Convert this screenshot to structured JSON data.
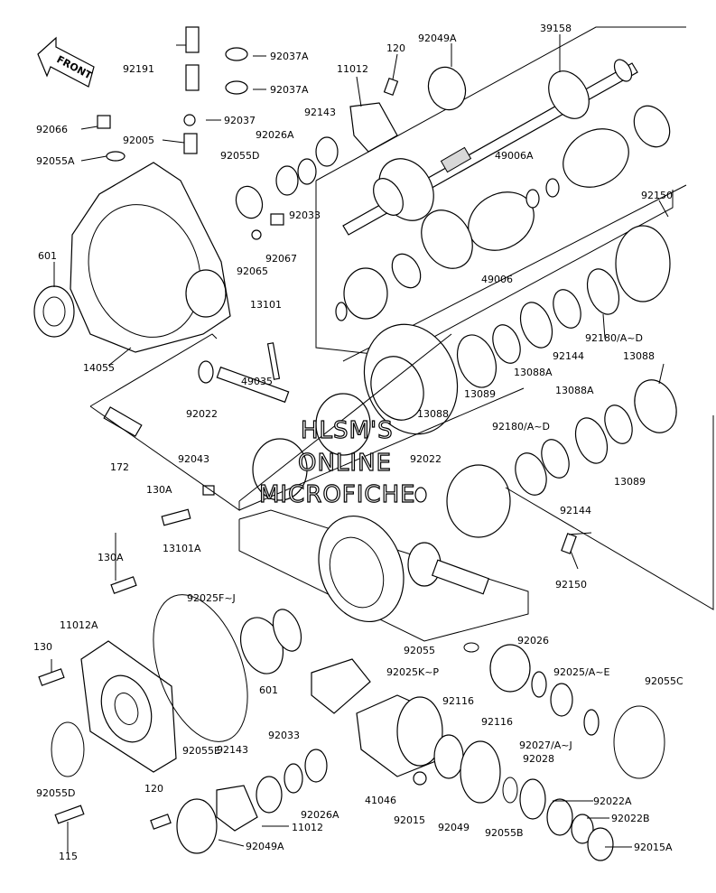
{
  "diagram": {
    "front_label": "FRONT",
    "watermark_lines": [
      "HLSM'S",
      "ONLINE",
      "MICROFICHE"
    ],
    "labels": {
      "39158": "39158",
      "92191": "92191",
      "92037A_1": "92037A",
      "92037A_2": "92037A",
      "92037": "92037",
      "120_top": "120",
      "92049A_top": "92049A",
      "11012_top": "11012",
      "92143_top": "92143",
      "92066": "92066",
      "92005": "92005",
      "92055A": "92055A",
      "92026A_top": "92026A",
      "92055D_top": "92055D",
      "92033_top": "92033",
      "49006A": "49006A",
      "92150_top": "92150",
      "92067": "92067",
      "92065": "92065",
      "49006": "49006",
      "601_top": "601",
      "13101": "13101",
      "92180AD_1": "92180/A~D",
      "92144_top": "92144",
      "13088A_top": "13088A",
      "13088_r": "13088",
      "14055": "14055",
      "49035": "49035",
      "13089_top": "13089",
      "13088A_2": "13088A",
      "92022_top": "92022",
      "13088_m": "13088",
      "92180AD_2": "92180/A~D",
      "172": "172",
      "13089_2": "13089",
      "92043": "92043",
      "92022_m": "92022",
      "130A_top": "130A",
      "92144_b": "92144",
      "13101A": "13101A",
      "92150_b": "92150",
      "130A_2": "130A",
      "92025FJ": "92025F~J",
      "11012A": "11012A",
      "130": "130",
      "92055": "92055",
      "92026": "92026",
      "92025KP": "92025K~P",
      "92025AE": "92025/A~E",
      "92055C": "92055C",
      "601_b": "601",
      "92116_1": "92116",
      "92116_2": "92116",
      "92027AJ": "92027/A~J",
      "92033_b": "92033",
      "92055E": "92055E",
      "92028": "92028",
      "92143_b": "92143",
      "92055D_b": "92055D",
      "120_b": "120",
      "41046": "41046",
      "92022A": "92022A",
      "92026A_b": "92026A",
      "11012_b": "11012",
      "92015": "92015",
      "92049": "92049",
      "92055B": "92055B",
      "92022B": "92022B",
      "92049A_b": "92049A",
      "115": "115",
      "92015A": "92015A"
    }
  }
}
